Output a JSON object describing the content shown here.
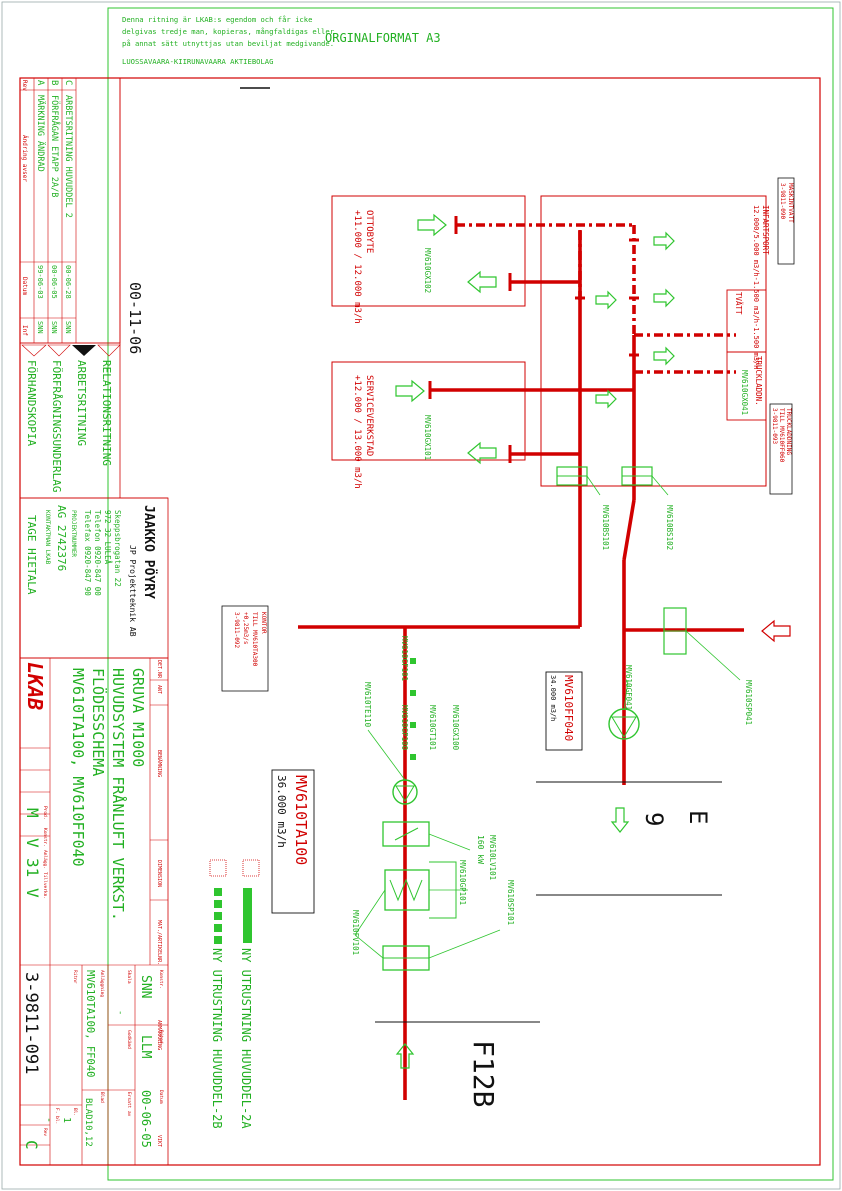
{
  "header": {
    "notice_lines": [
      "Denna ritning  är LKAB:s egendom och får icke",
      "delgivas tredje man, kopieras, mångfaldigas eller",
      "på annat sätt utnyttjas utan beviljat medgivande."
    ],
    "company": "LUOSSAVAARA-KIIRUNAVAARA AKTIEBOLAG",
    "format": "ORGINALFORMAT  A3"
  },
  "revisions": [
    {
      "code": "C",
      "text": "ARBETSRITNING HUVUDDEL 2",
      "date": "00-06-28",
      "sign": "SNN"
    },
    {
      "code": "B",
      "text": "FÖRFRÅGAN ETAPP 2A/B",
      "date": "00-06-05",
      "sign": "SNN"
    },
    {
      "code": "A",
      "text": "MÄRKNING ÄNDRAD",
      "date": "99-06-03",
      "sign": "SNN"
    }
  ],
  "rev_header": {
    "col_rev": "Rev",
    "col_text": "Ändring  avser",
    "col_date": "Datum",
    "col_sign": "Inf"
  },
  "stamp_date": "00-11-06",
  "status_items": [
    "RELATIONSRITNING",
    "ARBETSRITNING",
    "FÖRFRÅGNINGSUNDERLAG",
    "FÖRHANDSKOPIA"
  ],
  "consultant": {
    "name": "JAAKKO PÖYRY",
    "sub": "JP Projektteknik AB",
    "addr1": "Skeppsbrogatan 22",
    "addr2": "972 32  LULEÅ",
    "phone": "Telefon  0920-847 00",
    "fax": "Telefax  0920-847 90",
    "projnr_label": "PROJEKTNUMMER",
    "projnr": "AG 2742376",
    "contact_label": "KONTAKTMAN LKAB",
    "contact": "TAGE HIETALA"
  },
  "titleblock": {
    "logo": "LKAB",
    "h_det": "DET.NR",
    "h_ant": "ANT",
    "h_ben": "BENÄMNING",
    "h_dim": "DIMENSION",
    "h_mat": "MAT./ARTIKELNR.",
    "h_anm": "ANMÄRKNING",
    "h_vikt": "VIKT",
    "title1": "GRUVA M1000",
    "title2": "HUVUDSYSTEM FRÅNLUFT VERKST.",
    "title3": "FLÖDESSCHEMA",
    "title4": "MV610TA100, MV610FF040",
    "code_cells": [
      "M",
      "V",
      "31",
      "V"
    ],
    "code_labels": [
      "Prod.",
      "Konstr.",
      "Anlägg.",
      "Tillverkn."
    ],
    "konstr_label": "Konstr.",
    "konstr": "SNN",
    "ritad_label": "Ritad",
    "ritad": "LLM",
    "datum_label": "Datum",
    "datum": "00-06-05",
    "skala_label": "Skala",
    "skala": "-",
    "godkand_label": "Godkänd",
    "ersatt_label": "Ersatt av",
    "anl_label": "Anläggning",
    "anl": "MV610TA100, FF040",
    "ritnr_label": "Ritnr",
    "ritnr": "3-9811-091",
    "blad_label": "Blad",
    "blad": "BLAD10,12",
    "bl_label": "Bl.",
    "bl": "1",
    "fbl_label": "F. bl.",
    "fbl": "-",
    "rev_label": "Rev",
    "rev": "C"
  },
  "rooms": [
    {
      "name": "OTTOBYTE",
      "flow": "+11.000 / 12.000 m3/h",
      "tag": "MV610GX102"
    },
    {
      "name": "SERVICEVERKSTAD",
      "flow": "+12.000 / 13.000 m3/h",
      "tag": "MV610GX101"
    },
    {
      "name": "INFARTSPORT",
      "flow": "12.000/5.000 m3/h-1.500 m3/h-1.500 m3/h",
      "tag": "MV610GX041"
    }
  ],
  "sub_labels": [
    "TVÄTT",
    "TRUCKLADDN."
  ],
  "ref_boxes": [
    {
      "title": "MASKINTVÄTT",
      "ref": "3-9811-090"
    },
    {
      "title": "TRUCKLADDNING",
      "ref": "TILL MV610FF060",
      "ref2": "3-9811-093"
    },
    {
      "title": "KONTOR",
      "ref": "TILL MV610TA300",
      "ref2": "+0,25m3/s",
      "ref3": "3-9811-092"
    }
  ],
  "components": [
    "MV610BS102",
    "MV610BS101",
    "MV610SP041",
    "MV610GF041",
    "MV610GF101",
    "MV610GP100",
    "MV610GT101",
    "MV610GX100",
    "MV610TE110",
    "MV610LV101",
    "MV610GP101",
    "MV610SP101",
    "MV610FV101"
  ],
  "power": "160 kW",
  "fan_boxes": [
    {
      "tag": "MV610FF040",
      "flow": "34.000 m3/h"
    },
    {
      "tag": "MV610TA100",
      "flow": "36.000 m3/h"
    }
  ],
  "levels": [
    {
      "name": "E"
    },
    {
      "name": "9"
    },
    {
      "name": "F12B"
    }
  ],
  "legend": [
    {
      "text": "NY UTRUSTNING  HUVUDDEL-2A"
    },
    {
      "text": "NY UTRUSTNING  HUVUDDEL-2B"
    }
  ],
  "colors": {
    "red": "#d10000",
    "green": "#2fc52f",
    "black": "#111111",
    "frame": "#d10000"
  }
}
